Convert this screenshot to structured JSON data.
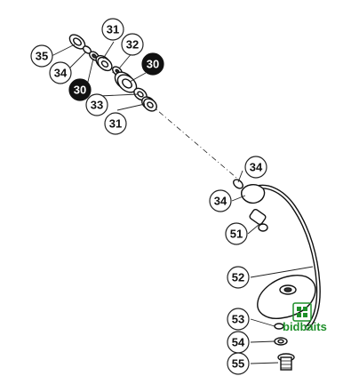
{
  "callouts": [
    {
      "id": "c35",
      "text": "35",
      "style": "light"
    },
    {
      "id": "c34a",
      "text": "34",
      "style": "light"
    },
    {
      "id": "c30a",
      "text": "30",
      "style": "dark"
    },
    {
      "id": "c31a",
      "text": "31",
      "style": "light"
    },
    {
      "id": "c32",
      "text": "32",
      "style": "light"
    },
    {
      "id": "c30b",
      "text": "30",
      "style": "dark"
    },
    {
      "id": "c33",
      "text": "33",
      "style": "light"
    },
    {
      "id": "c31b",
      "text": "31",
      "style": "light"
    },
    {
      "id": "c34b",
      "text": "34",
      "style": "light"
    },
    {
      "id": "c34c",
      "text": "34",
      "style": "light"
    },
    {
      "id": "c51",
      "text": "51",
      "style": "light"
    },
    {
      "id": "c52",
      "text": "52",
      "style": "light"
    },
    {
      "id": "c53",
      "text": "53",
      "style": "light"
    },
    {
      "id": "c54",
      "text": "54",
      "style": "light"
    },
    {
      "id": "c55",
      "text": "55",
      "style": "light"
    }
  ],
  "watermark": {
    "text": "bidbaits",
    "color": "#1e8f2a"
  }
}
